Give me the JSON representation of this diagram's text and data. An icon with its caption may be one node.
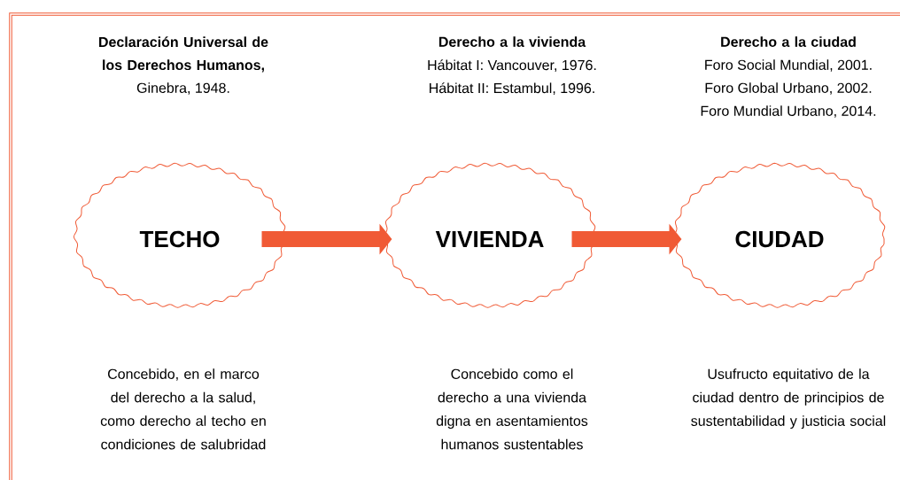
{
  "diagram": {
    "nodes": [
      {
        "text": [
          "TECHO"
        ]
      },
      {
        "text": [
          "VIVIENDA"
        ]
      },
      {
        "text": [
          "CIUDAD"
        ]
      }
    ],
    "edges": [
      {
        "from": 0,
        "to": 1,
        "arrow": "to"
      },
      {
        "from": 1,
        "to": 2,
        "arrow": "to"
      }
    ],
    "labels": [
      "**Declaración Universal de los Derechos Humanos**,",
      "Derecho a la vivienda",
      "Derecho a la ciudad",
      "Ginebra, 1948.",
      "Hábitat I: Vancouver, 1976.",
      "Foro Social Mundial, 2001.",
      "Hábitat II: Estambul, 1996.",
      "Foro Global Urbano, 2002.",
      "Foro Mundial Urbano, 2014.",
      "Concebido, en el marco del derecho a la salud, como derecho al techo en condiciones de salubridad",
      "Concebido como el derecho a una vivienda digna en asentamientos humanos sustentables",
      "Usufructo equitativo de la ciudad dentro de principios de sustentabilidad y justicia social"
    ]
  }
}
